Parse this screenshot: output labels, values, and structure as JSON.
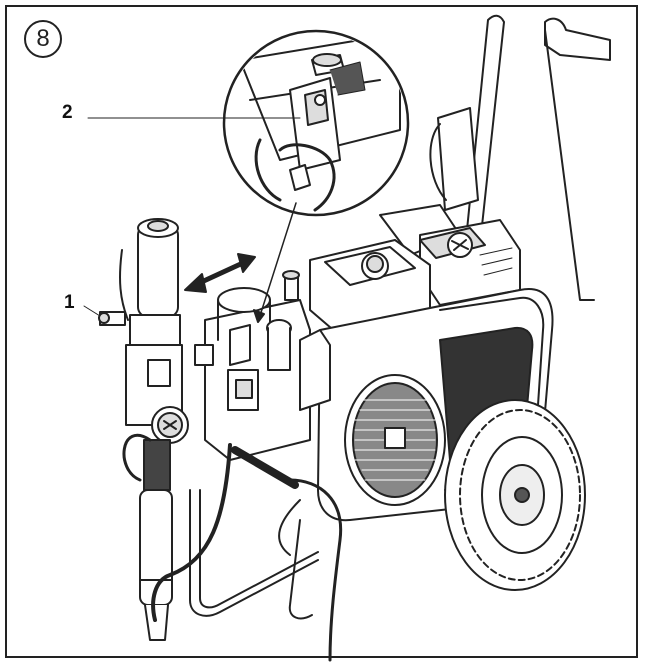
{
  "figure": {
    "step_number": "8",
    "callouts": [
      {
        "id": "1",
        "label": "1"
      },
      {
        "id": "2",
        "label": "2"
      }
    ]
  },
  "colors": {
    "line": "#222222",
    "fill": "#ffffff",
    "shade": "#dcdcdc",
    "dark": "#555555"
  }
}
